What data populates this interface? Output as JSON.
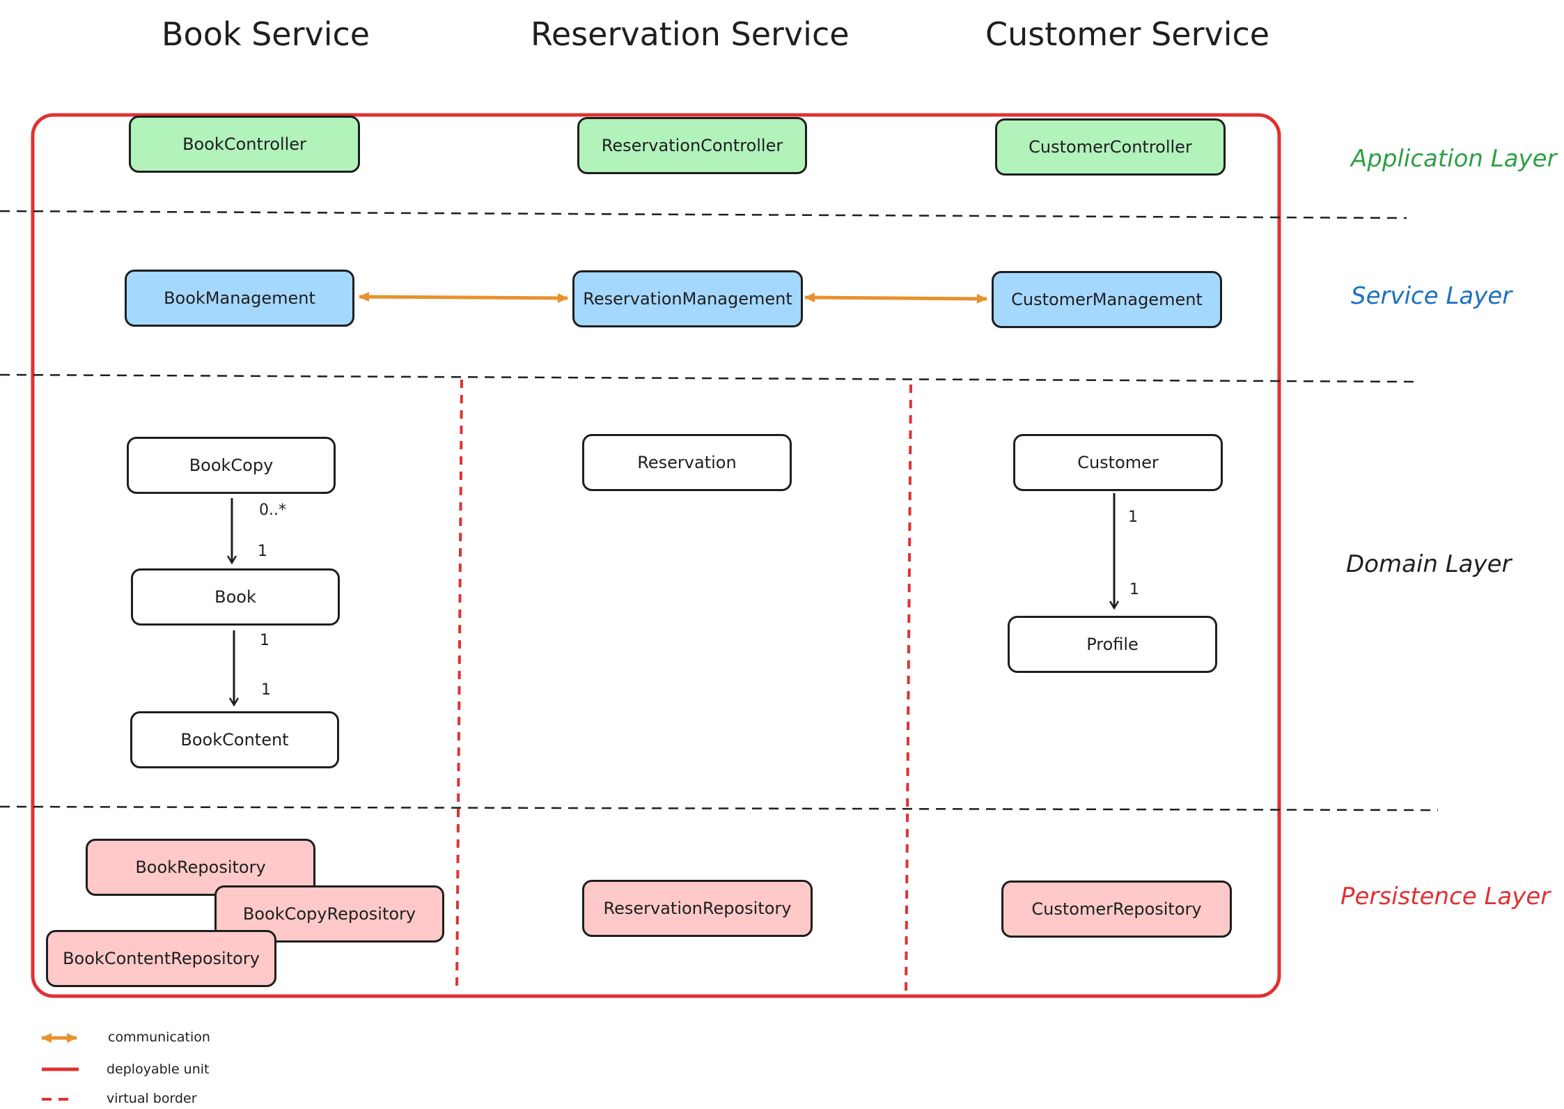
{
  "columns": {
    "book": "Book Service",
    "reservation": "Reservation Service",
    "customer": "Customer Service"
  },
  "layers": {
    "application": {
      "label": "Application Layer",
      "color": "#2f9e44"
    },
    "service": {
      "label": "Service Layer",
      "color": "#1971c2"
    },
    "domain": {
      "label": "Domain Layer",
      "color": "#1e1e1e"
    },
    "persistence": {
      "label": "Persistence Layer",
      "color": "#e03131"
    }
  },
  "application": {
    "book": "BookController",
    "reservation": "ReservationController",
    "customer": "CustomerController"
  },
  "service": {
    "book": "BookManagement",
    "reservation": "ReservationManagement",
    "customer": "CustomerManagement"
  },
  "domain": {
    "book_copy": "BookCopy",
    "book": "Book",
    "book_content": "BookContent",
    "reservation": "Reservation",
    "customer": "Customer",
    "profile": "Profile",
    "multiplicities": {
      "bookcopy_book_from": "0..*",
      "bookcopy_book_to": "1",
      "book_content_from": "1",
      "book_content_to": "1",
      "customer_profile_from": "1",
      "customer_profile_to": "1"
    }
  },
  "persistence": {
    "book_repository": "BookRepository",
    "book_copy_repository": "BookCopyRepository",
    "book_content_repository": "BookContentRepository",
    "reservation_repository": "ReservationRepository",
    "customer_repository": "CustomerRepository"
  },
  "legend": {
    "communication": "communication",
    "deployable_unit": "deployable unit",
    "virtual_border": "virtual border"
  },
  "colors": {
    "communication_arrow": "#e8912d",
    "deployable_unit": "#e03131",
    "green_fill": "#b2f2bb",
    "blue_fill": "#a5d8ff",
    "pink_fill": "#ffc9c9"
  }
}
